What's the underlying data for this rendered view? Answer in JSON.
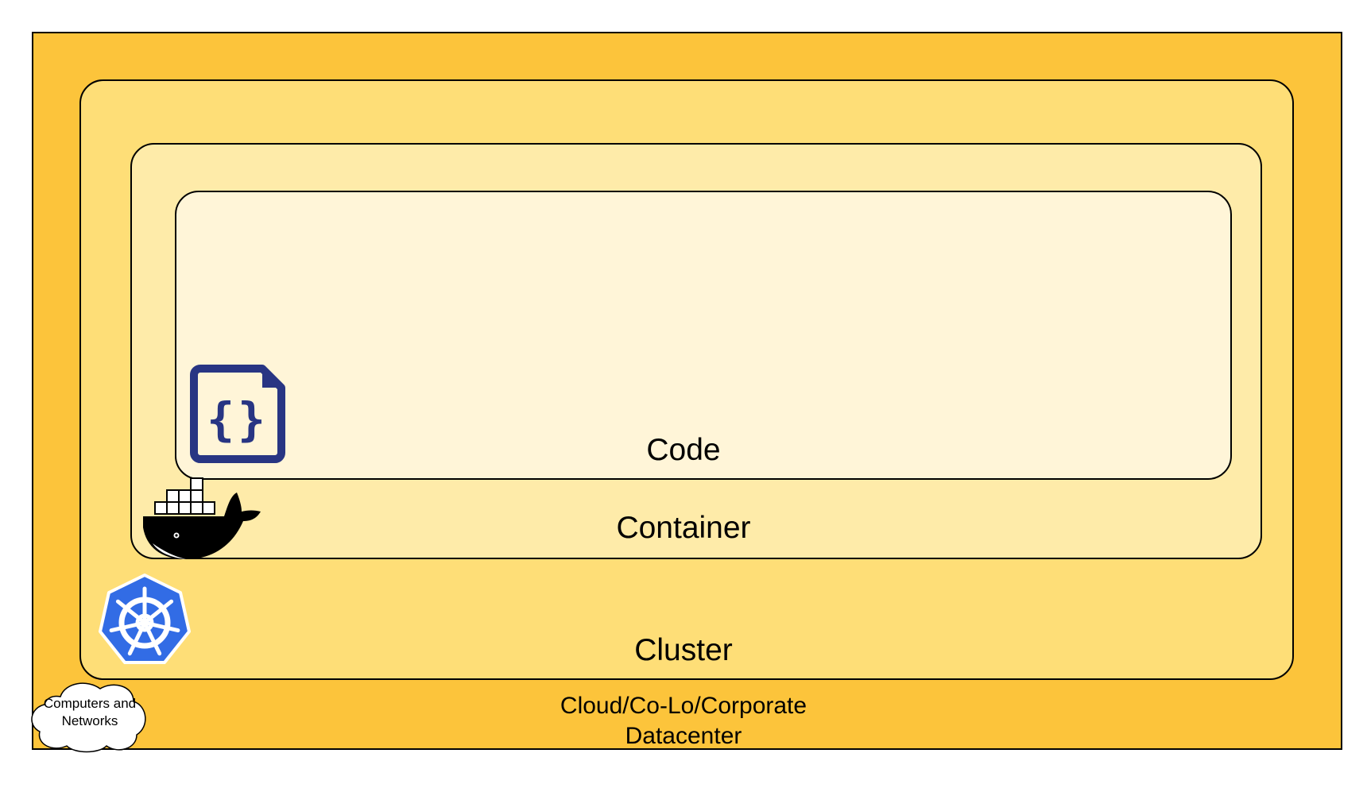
{
  "diagram": {
    "layers": {
      "datacenter": {
        "label_line1": "Cloud/Co-Lo/Corporate",
        "label_line2": "Datacenter",
        "fill": "#FCC43B"
      },
      "cluster": {
        "label": "Cluster",
        "fill": "#FEDE77"
      },
      "container": {
        "label": "Container",
        "fill": "#FEEBA9"
      },
      "code": {
        "label": "Code",
        "fill": "#FFF5D8"
      }
    },
    "cloud": {
      "label_line1": "Computers and",
      "label_line2": "Networks"
    },
    "icons": {
      "code": "code-file-icon",
      "container": "docker-whale-icon",
      "cluster": "kubernetes-helm-icon",
      "datacenter": "cloud-icon"
    },
    "colors": {
      "code_icon": "#283583",
      "kubernetes": "#326CE5",
      "docker": "#000000",
      "border": "#000000"
    }
  }
}
